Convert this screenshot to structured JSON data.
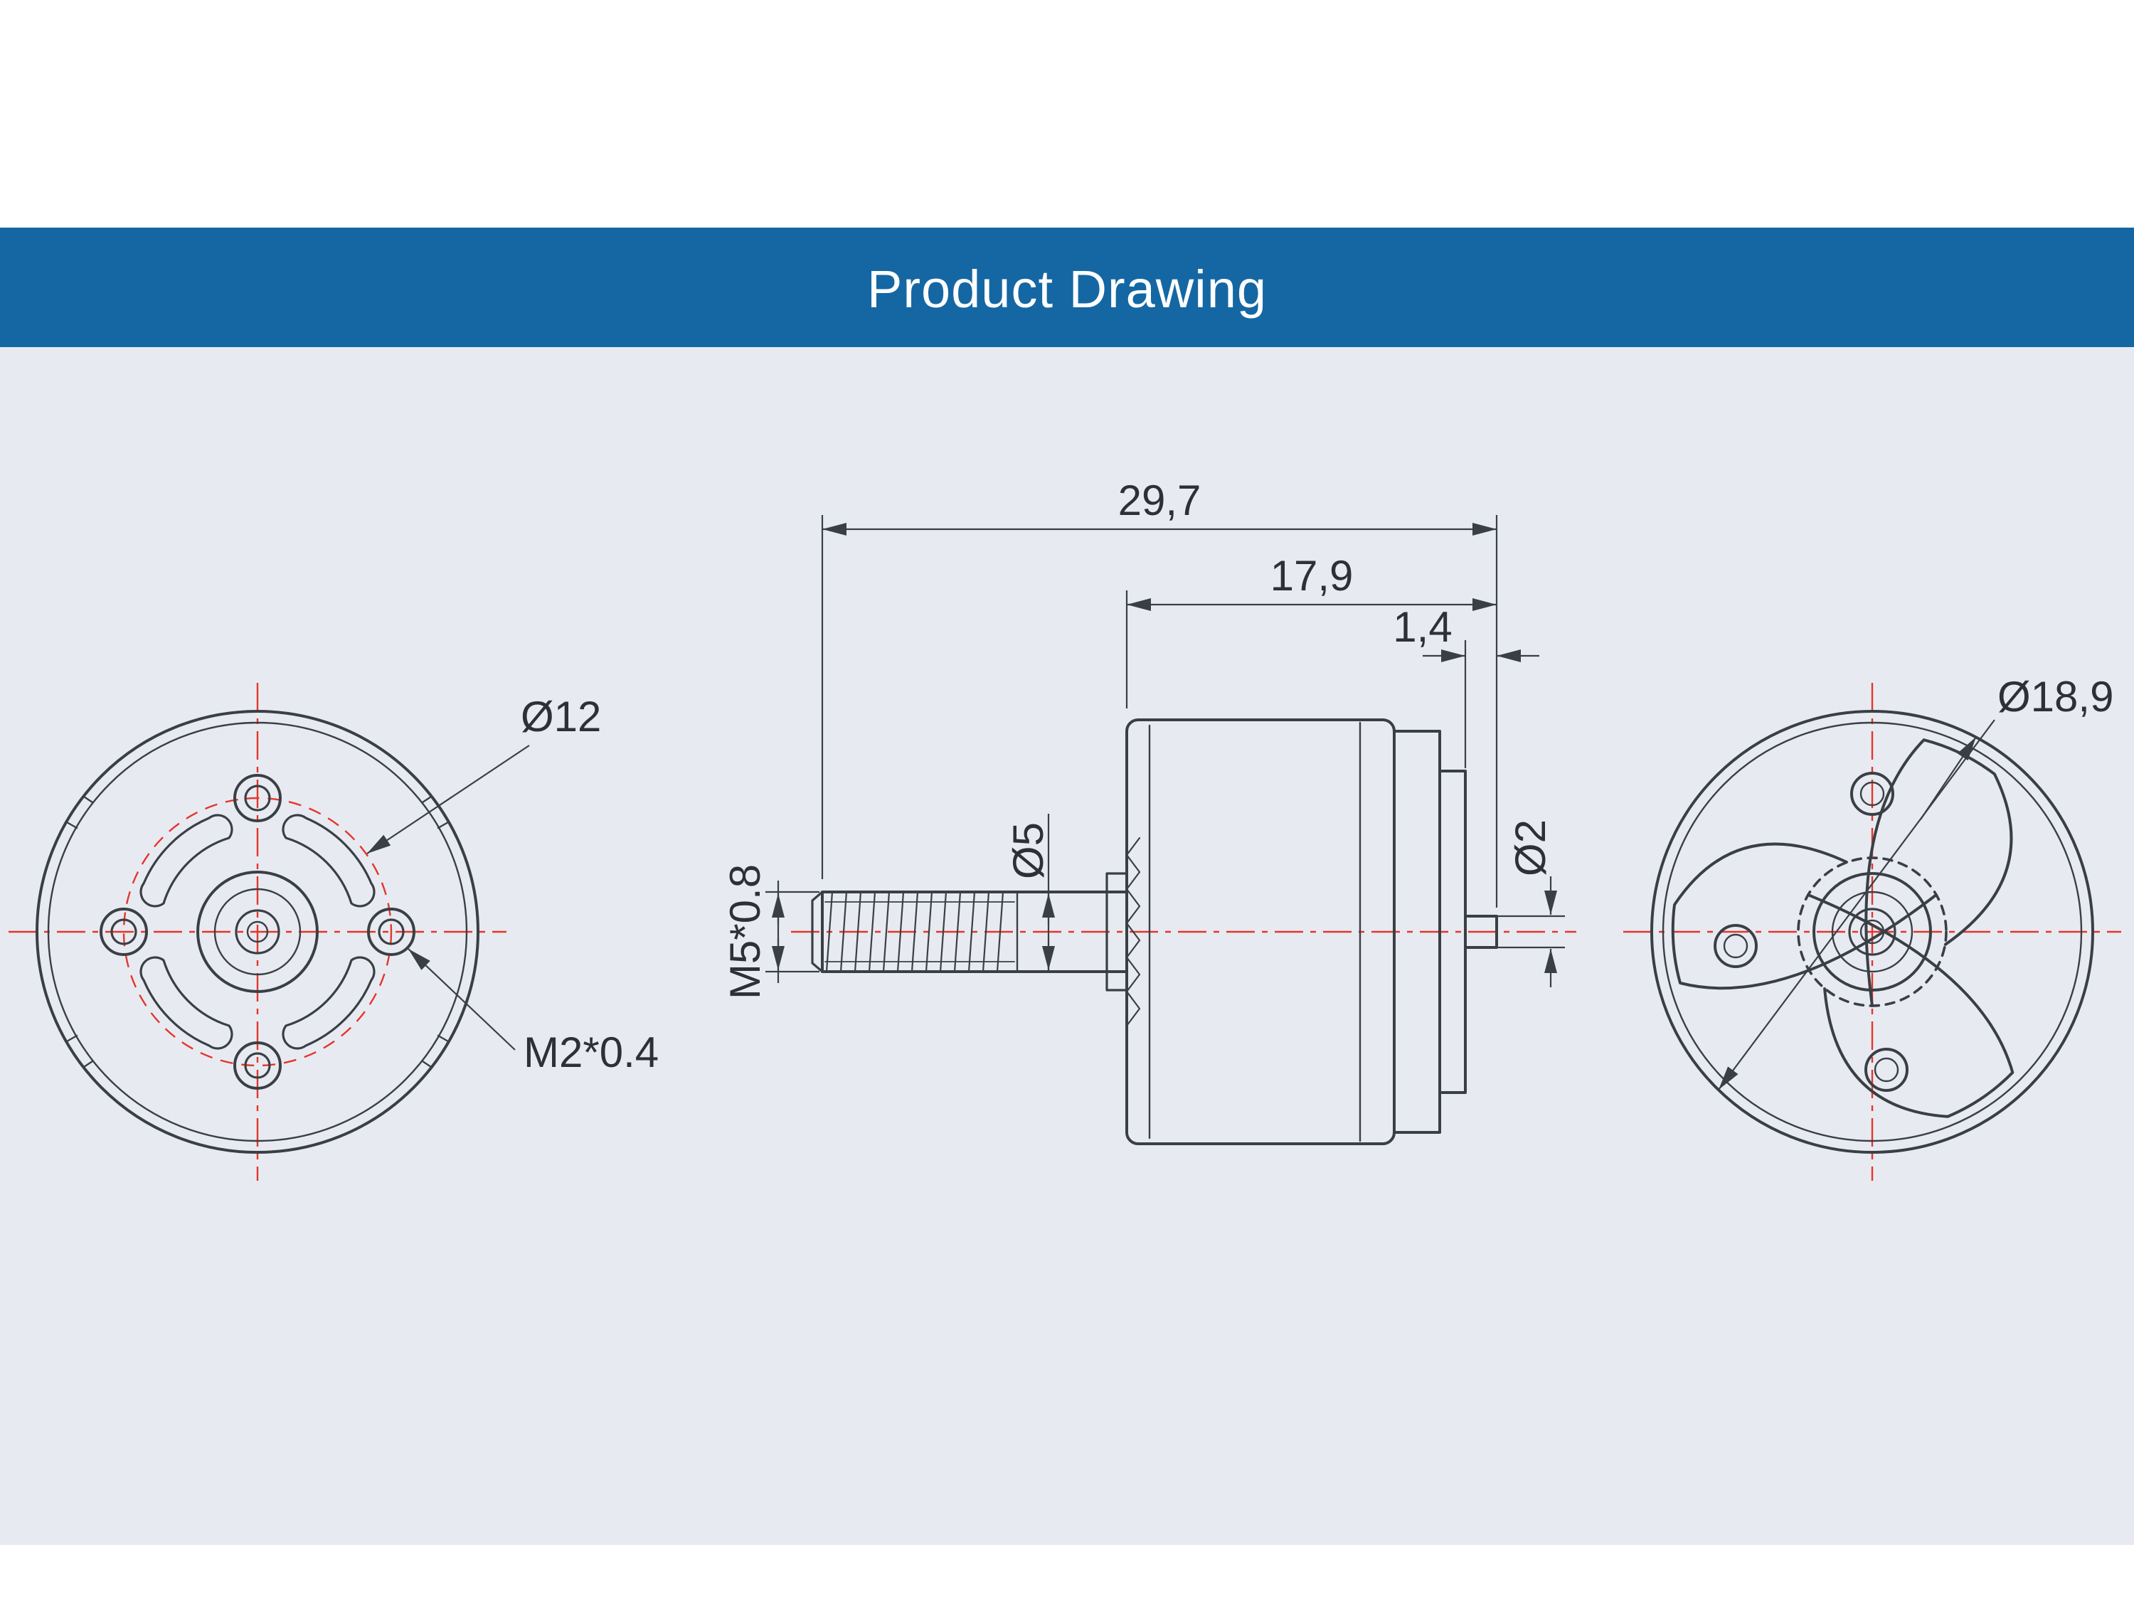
{
  "header": {
    "title": "Product Drawing"
  },
  "colors": {
    "page_bg": "#ffffff",
    "header_bg": "#1467a3",
    "panel_bg": "#e7ebf1",
    "line": "#3a3f45",
    "centerline": "#e5352b",
    "dim_text": "#2d3136",
    "title_text": "#ffffff"
  },
  "views": {
    "rear": {
      "labels": {
        "bolt_circle_diameter": "Ø12",
        "mount_hole_thread": "M2*0.4"
      }
    },
    "side": {
      "labels": {
        "overall_length": "29,7",
        "body_length": "17,9",
        "rear_shaft_protrusion": "1,4",
        "shaft_diameter": "Ø5",
        "shaft_thread": "M5*0.8",
        "rear_shaft_diameter": "Ø2"
      }
    },
    "front": {
      "labels": {
        "outer_diameter": "Ø18,9"
      }
    }
  }
}
